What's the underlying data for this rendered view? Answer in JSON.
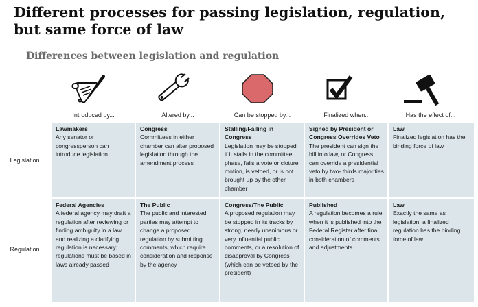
{
  "title": "Different processes for passing legislation, regulation, but same force of law",
  "subtitle": "Differences between legislation and regulation",
  "columns": [
    {
      "label": "Introduced by...",
      "icon": "scroll-quill-icon"
    },
    {
      "label": "Altered by...",
      "icon": "wrench-icon"
    },
    {
      "label": "Can be stopped by...",
      "icon": "stop-sign-icon"
    },
    {
      "label": "Finalized when...",
      "icon": "checkbox-icon"
    },
    {
      "label": "Has the effect of...",
      "icon": "gavel-icon"
    }
  ],
  "colors": {
    "cell_bg": "#dbe5ea",
    "stop_sign": "#d9696a"
  },
  "rows": [
    {
      "label": "Legislation",
      "cells": [
        {
          "heading": "Lawmakers",
          "body": "Any senator or congressperson can introduce legislation"
        },
        {
          "heading": "Congress",
          "body": "Committees in either chamber can alter proposed legislation through the amendment process"
        },
        {
          "heading": "Stalling/Failing in Congress",
          "body": "Legislation may be stopped if it stalls in the committee phase, fails a vote or cloture motion, is vetoed, or is not brought up by the other chamber"
        },
        {
          "heading": "Signed by President or Congress Overrides Veto",
          "body": "The president can sign the bill into law, or Congress can override a presidential veto by two- thirds majorities in both chambers"
        },
        {
          "heading": "Law",
          "body": "Finalized legislation has the binding force of law"
        }
      ]
    },
    {
      "label": "Regulation",
      "cells": [
        {
          "heading": "Federal Agencies",
          "body": "A federal agency may draft a regulation after reviewing or finding ambiguity in a law and realizing a clarifying regulation is necessary; regulations must be based in laws already passed"
        },
        {
          "heading": "The Public",
          "body": "The public and interested parties may attempt to change a proposed regulation by submitting comments, which require consideration and response by the agency"
        },
        {
          "heading": "Congress/The Public",
          "body": "A proposed regulation may be stopped in its tracks by strong, nearly unanimous or very influential public comments, or a resolution of disapproval by Congress (which can be vetoed by the president)"
        },
        {
          "heading": "Published",
          "body": "A regulation becomes a rule when it is published into the Federal Register after final consideration of comments and adjustments"
        },
        {
          "heading": "Law",
          "body": "Exactly the same as legislation; a finalized regulation has the binding force of law"
        }
      ]
    }
  ]
}
